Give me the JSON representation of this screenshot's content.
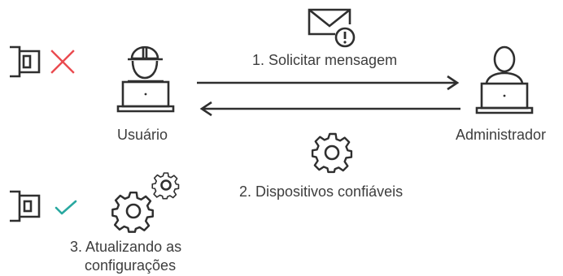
{
  "labels": {
    "step1": "1. Solicitar mensagem",
    "step2": "2. Dispositivos confiáveis",
    "step3_line1": "3. Atualizando as",
    "step3_line2": "configurações"
  },
  "actors": {
    "user": "Usuário",
    "admin": "Administrador"
  },
  "colors": {
    "stroke": "#2f2f2f",
    "cross": "#ea4a4f",
    "check": "#29a8a0"
  },
  "icons": [
    "usb-blocked-icon",
    "blocked-cross-icon",
    "usb-allowed-icon",
    "allowed-check-icon",
    "user-laptop-icon",
    "admin-laptop-icon",
    "envelope-warning-icon",
    "gear-icon",
    "gears-icon",
    "arrow-right",
    "arrow-left"
  ]
}
